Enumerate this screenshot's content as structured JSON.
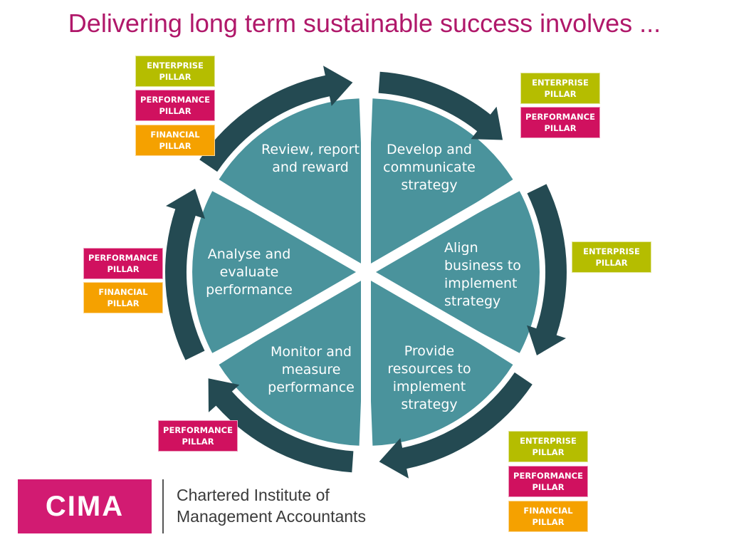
{
  "title": "Delivering long term sustainable success involves ...",
  "stages": [
    {
      "id": "develop",
      "label": "Develop and communicate strategy"
    },
    {
      "id": "align",
      "label": "Align business to implement strategy"
    },
    {
      "id": "provide",
      "label": "Provide resources to implement strategy"
    },
    {
      "id": "monitor",
      "label": "Monitor and measure performance"
    },
    {
      "id": "analyse",
      "label": "Analyse and evaluate performance"
    },
    {
      "id": "review",
      "label": "Review, report and reward"
    }
  ],
  "pillars": {
    "enterprise": "ENTERPRISE PILLAR",
    "performance": "PERFORMANCE PILLAR",
    "financial": "FINANCIAL PILLAR"
  },
  "colors": {
    "title": "#b0186a",
    "enterprise": "#b5bd00",
    "performance": "#d0115f",
    "financial": "#f5a100",
    "sector_fill": "#4a939c",
    "arrow_ring": "#244a52",
    "logo": "#d21b72"
  },
  "logo": {
    "mark": "CIMA",
    "org_line1": "Chartered Institute of",
    "org_line2": "Management Accountants"
  }
}
